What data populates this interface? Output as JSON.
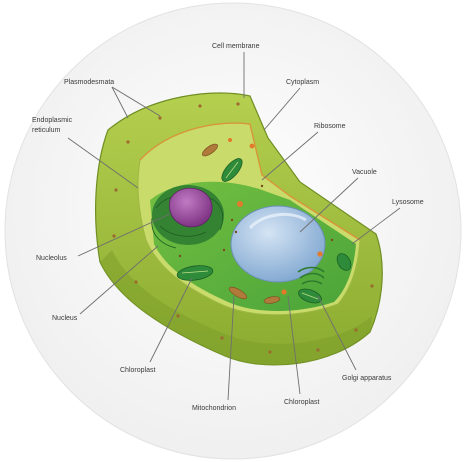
{
  "labels": {
    "cell_membrane": "Cell membrane",
    "plasmodesmata": "Plasmodesmata",
    "endoplasmic_reticulum_line1": "Endoplasmic",
    "endoplasmic_reticulum_line2": "reticulum",
    "cytoplasm": "Cytoplasm",
    "ribosome": "Ribosome",
    "vacuole": "Vacuole",
    "lysosome": "Lysosome",
    "nucleolus": "Nucleolus",
    "nucleus": "Nucleus",
    "chloroplast_left": "Chloroplast",
    "mitochondrion": "Mitochondrion",
    "chloroplast_right": "Chloroplast",
    "golgi_apparatus": "Golgi apparatus"
  },
  "colors": {
    "background_disc": "#f6f6f6",
    "cell_wall": "#9fbf3c",
    "cell_wall_dark": "#7e9f2a",
    "cytoplasm_floor": "#4fae3a",
    "cytoplasm_back": "#c9db6a",
    "nucleus": "#8b3e8f",
    "nucleus_envelope": "#2f7d32",
    "vacuole": "#8fb2d8",
    "chloroplast": "#2e8b3a",
    "mitochondrion": "#b07a3a",
    "lysosome": "#e3792b"
  }
}
